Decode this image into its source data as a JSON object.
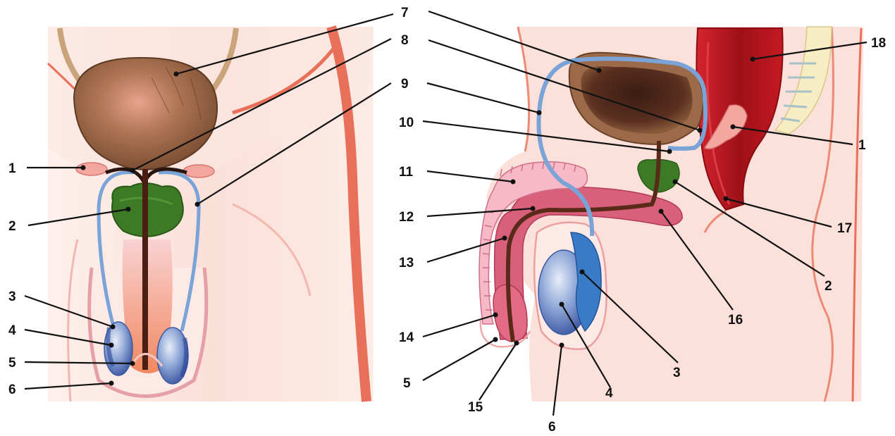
{
  "colors": {
    "skin_background": "#fbe3dc",
    "bladder": "#8c5a3c",
    "prostate": "#3d7a25",
    "vas_deferens": "#7aa3d8",
    "testis": "#5e7fc0",
    "epididymis": "#3a7bc8",
    "penis": "#d9607a",
    "rectum": "#b5121b",
    "spine": "#f6eec2",
    "urethra": "#4a1e12",
    "blood_vessel": "#e8705a",
    "label_text": "#111111"
  },
  "icons": {
    "leader_endpoint": "dot-marker"
  },
  "labels": {
    "left": [
      "1",
      "2",
      "3",
      "4",
      "5",
      "6"
    ],
    "top": [
      "7",
      "8",
      "9",
      "10",
      "11",
      "12",
      "13"
    ],
    "right_upper": [
      "18",
      "1",
      "17",
      "2"
    ],
    "bottom": [
      "14",
      "5",
      "15",
      "6",
      "4",
      "3",
      "16"
    ]
  }
}
